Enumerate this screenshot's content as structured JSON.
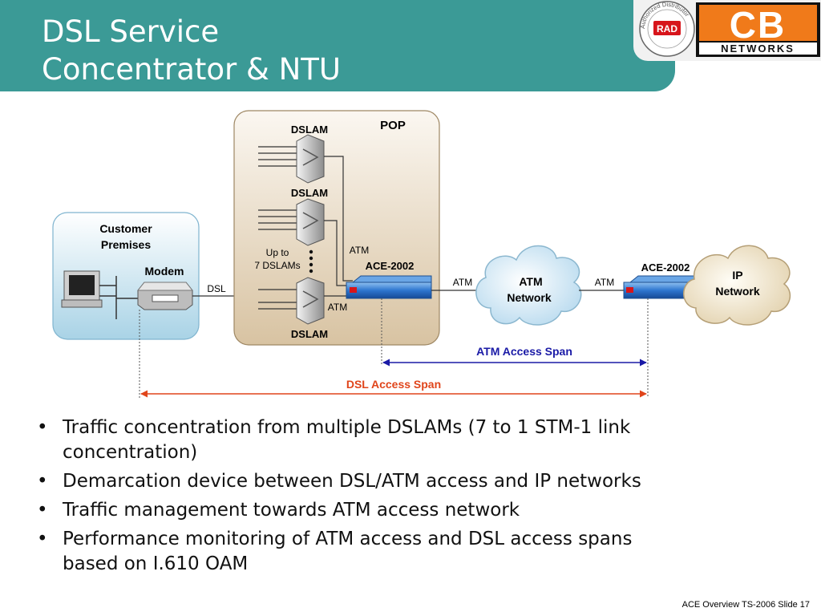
{
  "header": {
    "title_line1": "DSL Service",
    "title_line2": "Concentrator & NTU",
    "accent_color": "#3b9a96"
  },
  "logos": {
    "distributor_seal_text": "Authorized Distributor",
    "rad_text": "RAD",
    "cb_text": "CB",
    "networks_text": "NETWORKS"
  },
  "diagram": {
    "customer_premises_label": "Customer Premises",
    "customer_premises_line1": "Customer",
    "customer_premises_line2": "Premises",
    "modem_label": "Modem",
    "dsl_link_label": "DSL",
    "pop_label": "POP",
    "dslam_top_label": "DSLAM",
    "dslam_mid_label": "DSLAM",
    "dslam_bottom_label": "DSLAM",
    "up_to_line1": "Up to",
    "up_to_line2": "7 DSLAMs",
    "atm_upper_label": "ATM",
    "atm_lower_label": "ATM",
    "ace_left_label": "ACE-2002",
    "atm_to_cloud_label": "ATM",
    "atm_network_line1": "ATM",
    "atm_network_line2": "Network",
    "atm_from_cloud_label": "ATM",
    "ace_right_label": "ACE-2002",
    "ip_network_line1": "IP",
    "ip_network_line2": "Network",
    "atm_span_label": "ATM Access Span",
    "dsl_span_label": "DSL Access Span",
    "atm_span_color": "#1a1aa6",
    "dsl_span_color": "#e0451b"
  },
  "bullets": [
    {
      "line1": "Traffic concentration from multiple DSLAMs (7 to 1 STM-1 link",
      "line2": "concentration)"
    },
    {
      "line1": "Demarcation device between DSL/ATM access and IP networks",
      "line2": ""
    },
    {
      "line1": "Traffic management towards ATM access network",
      "line2": ""
    },
    {
      "line1": "Performance monitoring of ATM access and DSL access spans",
      "line2": "based on I.610 OAM"
    }
  ],
  "footer": {
    "text": "ACE Overview TS-2006  Slide 17"
  }
}
